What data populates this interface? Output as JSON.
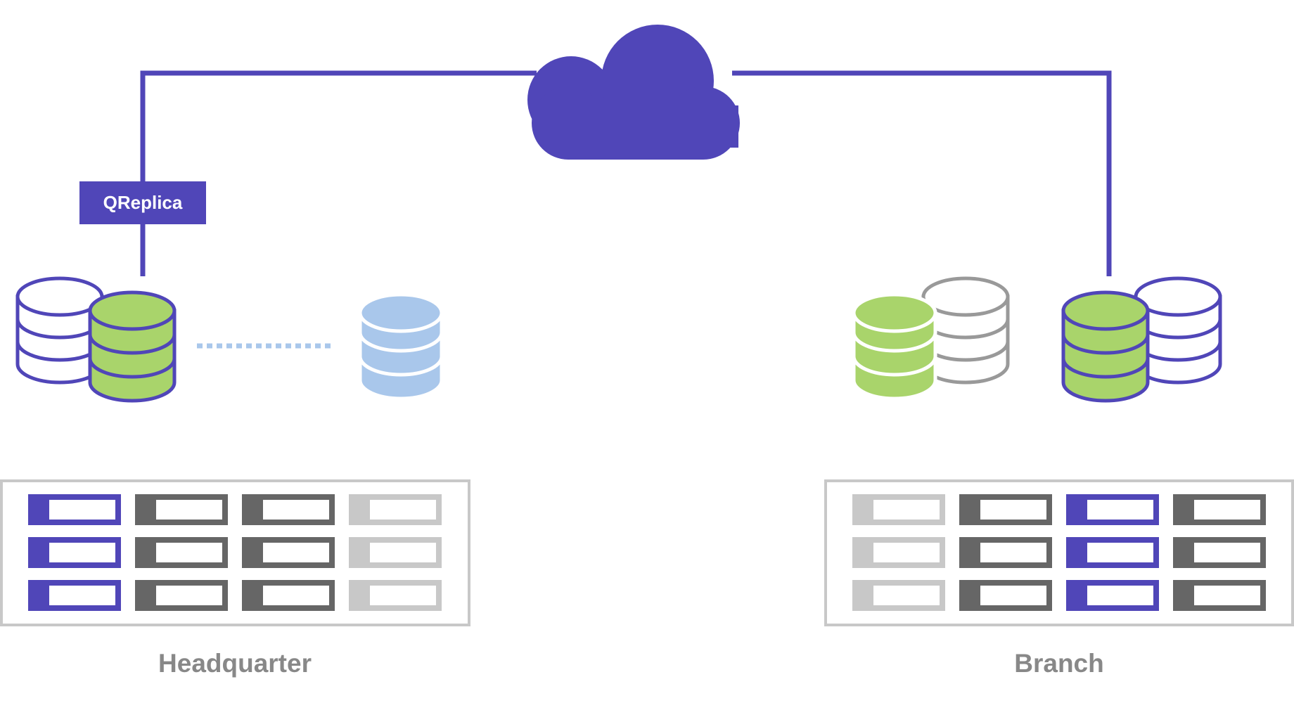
{
  "replication_tag": {
    "label": "QReplica"
  },
  "sites": [
    {
      "id": "headquarter",
      "label": "Headquarter"
    },
    {
      "id": "branch",
      "label": "Branch"
    }
  ],
  "icons": {
    "cloud": "cloud-icon",
    "database": "database-stack-icon",
    "drive_bay": "drive-bay-icon"
  },
  "colors": {
    "accent": "#5046B8",
    "green": "#A9D46B",
    "light_blue": "#A9C7EB",
    "dark_gray": "#666666",
    "light_gray": "#C8C8C8",
    "label_gray": "#888888"
  },
  "nas_units": [
    {
      "site": "headquarter",
      "bay_colors": [
        [
          "accent",
          "dark_gray",
          "dark_gray",
          "light_gray"
        ],
        [
          "accent",
          "dark_gray",
          "dark_gray",
          "light_gray"
        ],
        [
          "accent",
          "dark_gray",
          "dark_gray",
          "light_gray"
        ]
      ]
    },
    {
      "site": "branch",
      "bay_colors": [
        [
          "light_gray",
          "dark_gray",
          "accent",
          "dark_gray"
        ],
        [
          "light_gray",
          "dark_gray",
          "accent",
          "dark_gray"
        ],
        [
          "light_gray",
          "dark_gray",
          "accent",
          "dark_gray"
        ]
      ]
    }
  ]
}
